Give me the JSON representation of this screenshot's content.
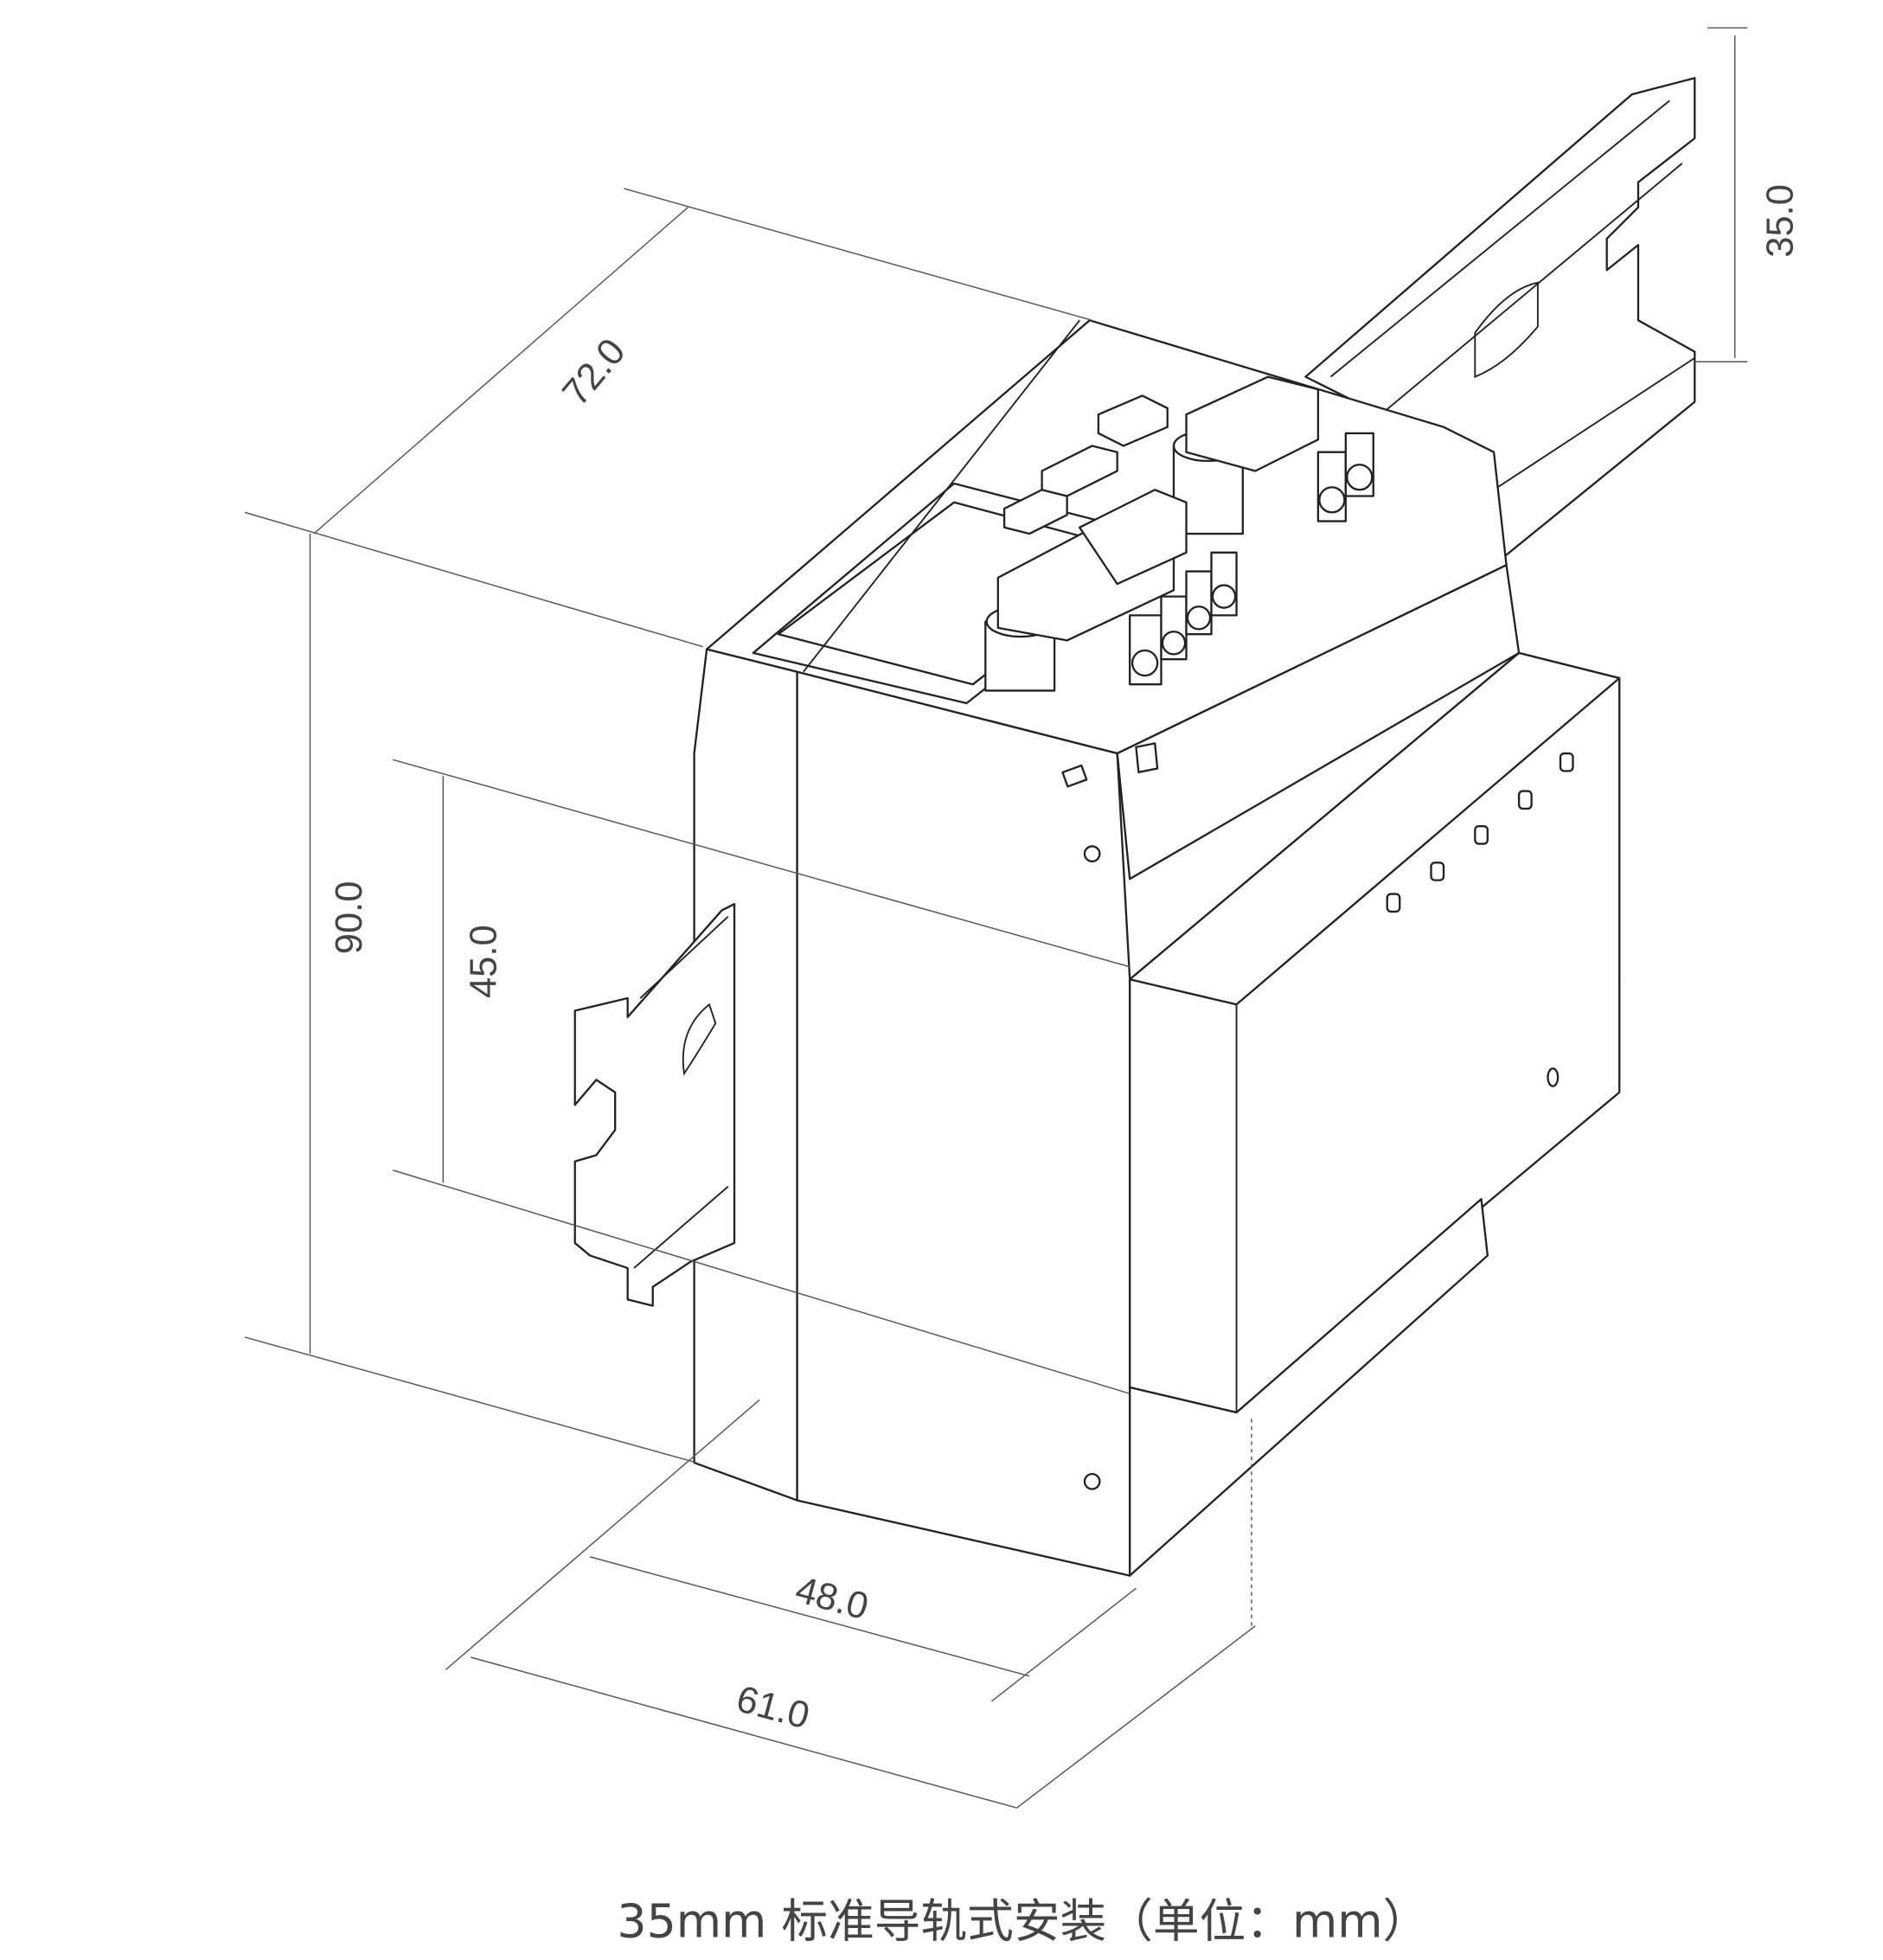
{
  "dimensions": {
    "depth_top": "72.0",
    "rail_height": "35.0",
    "total_height": "90.0",
    "front_height": "45.0",
    "width_inner": "48.0",
    "width_outer": "61.0"
  },
  "caption": "35mm 标准导轨式安装（单位：mm）"
}
